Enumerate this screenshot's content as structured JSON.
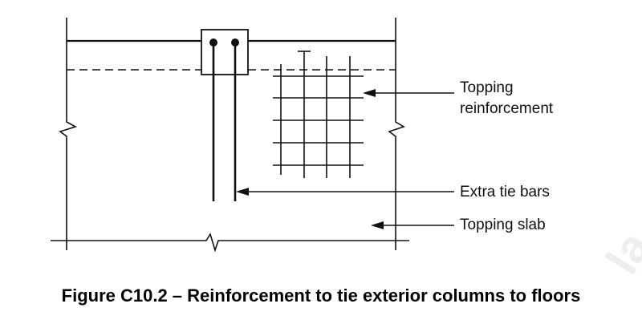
{
  "figure": {
    "caption": "Figure C10.2 – Reinforcement to tie exterior columns to floors",
    "labels": {
      "topping_reinforcement_line1": "Topping",
      "topping_reinforcement_line2": "reinforcement",
      "extra_tie_bars": "Extra tie bars",
      "topping_slab": "Topping slab"
    },
    "colors": {
      "line": "#111111",
      "text": "#000000"
    }
  }
}
